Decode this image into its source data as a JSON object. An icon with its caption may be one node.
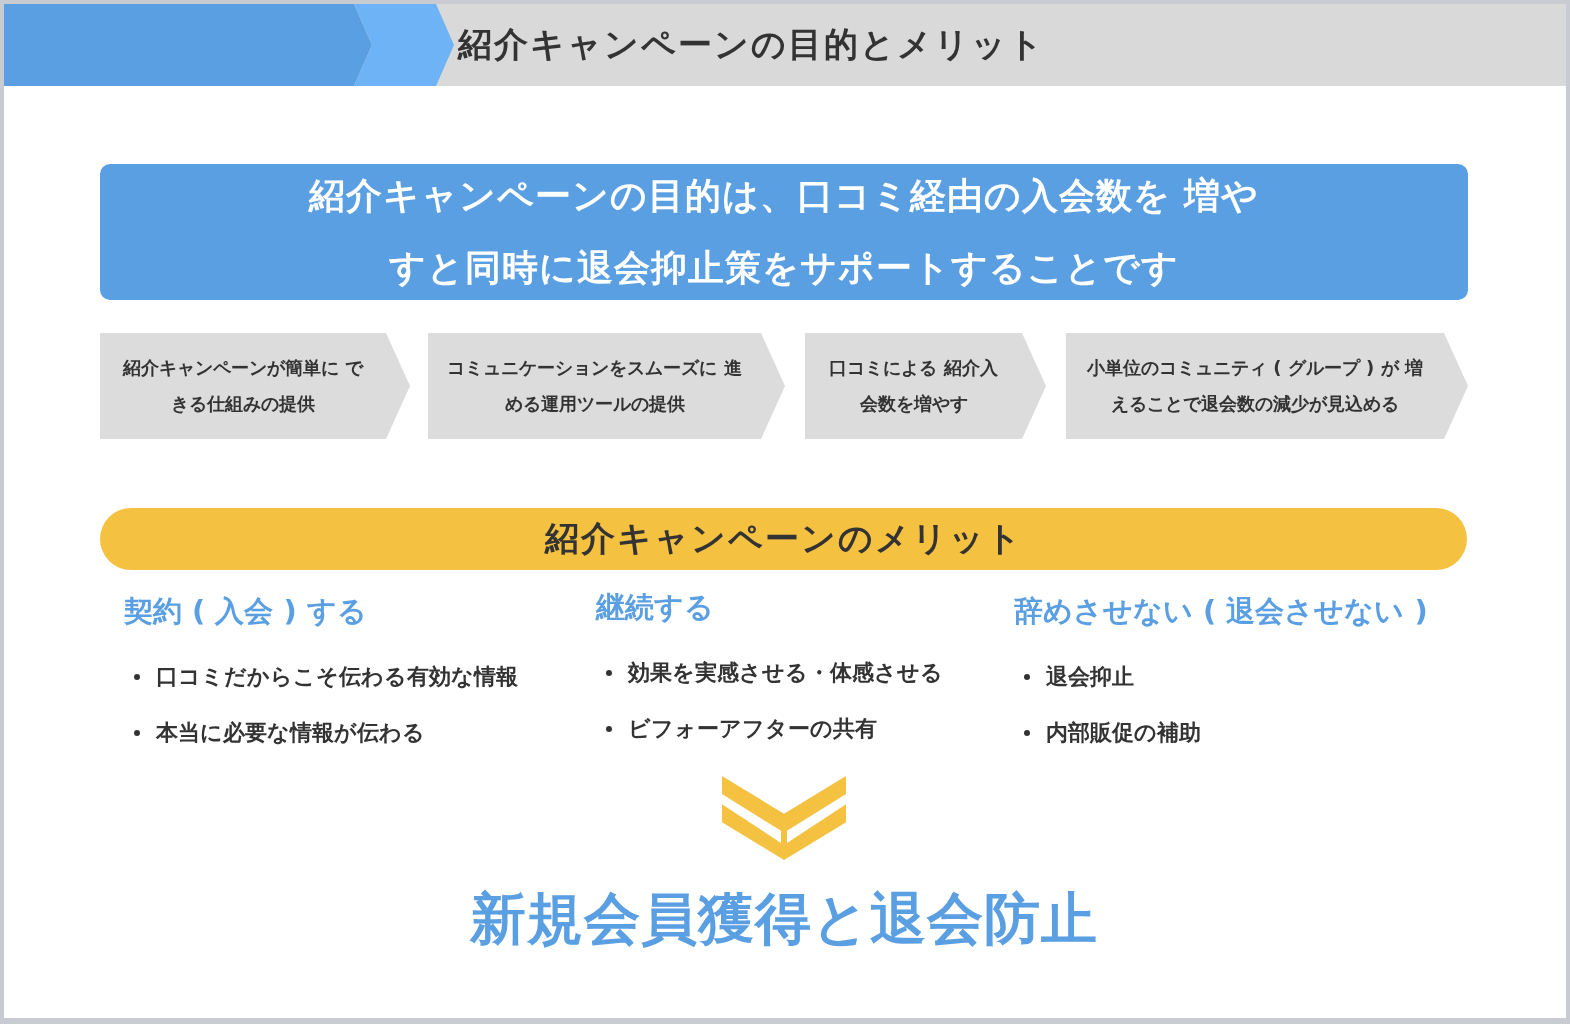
{
  "diagram": {
    "title": "紹介キャンペーンの目的とメリット",
    "nodes": [
      {
        "text": [
          "紹介キャンペーンの目的は、口コミ経由の入会数を 増やすと同時に退会抑止策をサポートすることです"
        ]
      },
      {
        "text": [
          "紹介キャンペーンが簡単に できる仕組みの提供"
        ]
      },
      {
        "text": [
          "コミュニケーションをスムーズに 進める運用ツールの提供"
        ]
      },
      {
        "text": [
          "口コミによる 紹介入会数を増やす"
        ]
      },
      {
        "text": [
          "小単位のコミュニティ ( グループ ) が 増えることで退会数の減少が見込める"
        ]
      },
      {
        "text": [
          "紹介キャンペーンのメリット"
        ]
      },
      {
        "text": [
          "契約 ( 入会 ) する",
          "口コミだからこそ伝わる有効な情報",
          "本当に必要な情報が伝わる"
        ]
      },
      {
        "text": [
          "継続する",
          "効果を実感させる・体感させる",
          "ビフォーアフターの共有"
        ]
      },
      {
        "text": [
          "辞めさせない ( 退会させない )",
          "退会抑止",
          "内部販促の補助"
        ]
      },
      {
        "text": [
          "新規会員獲得と退会防止"
        ]
      }
    ],
    "edges": [
      {
        "from": 7,
        "to": 9,
        "arrow": "to"
      }
    ]
  }
}
